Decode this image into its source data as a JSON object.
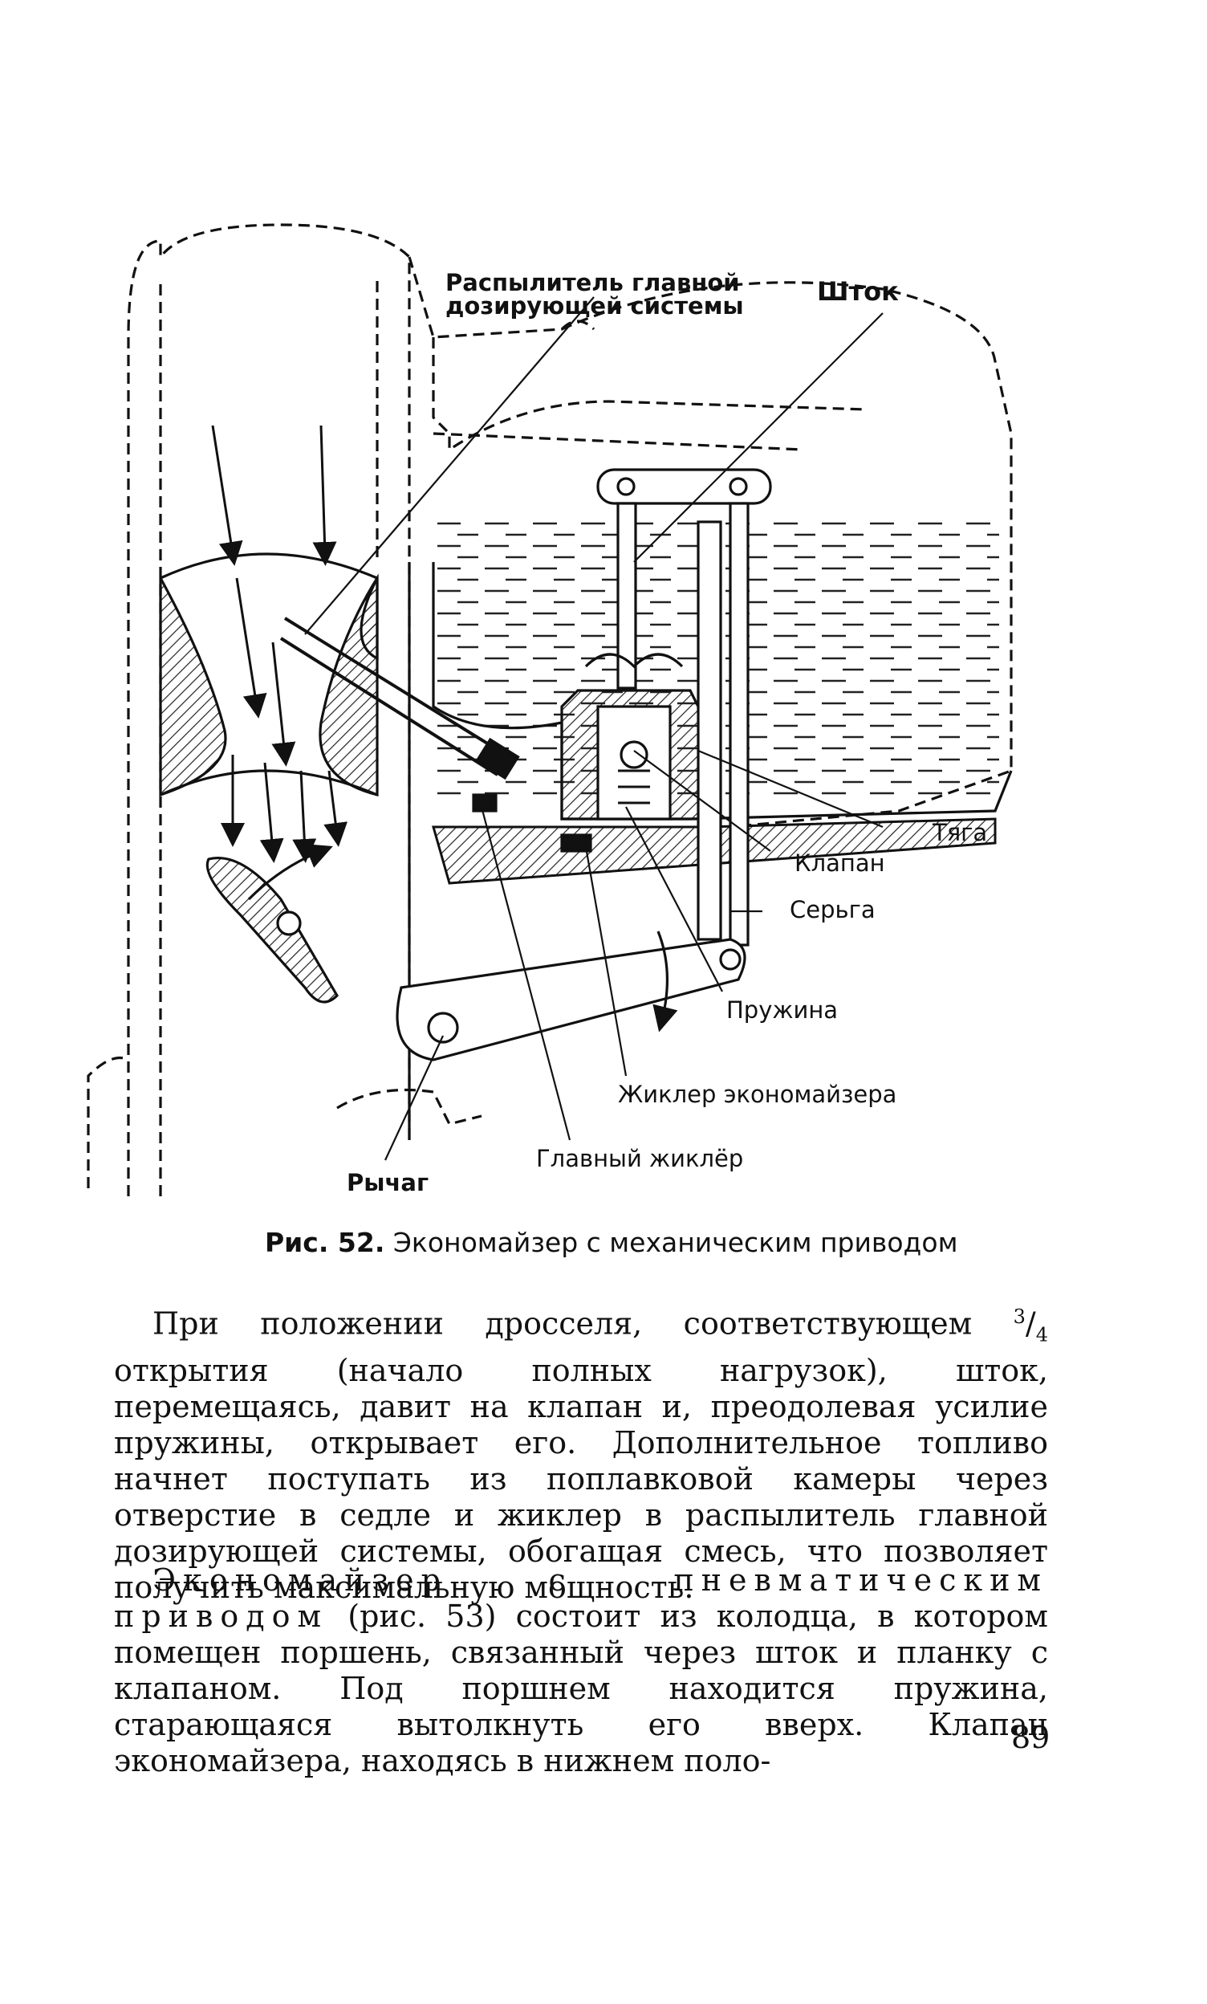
{
  "figure": {
    "labels": {
      "atomizer": "Распылитель главной\nдозирующей системы",
      "rod": "Шток",
      "link": "Тяга",
      "valve": "Клапан",
      "shackle": "Серьга",
      "spring": "Пружина",
      "econ_jet": "Жиклер экономайзера",
      "main_jet": "Главный жиклёр",
      "lever": "Рычаг"
    },
    "caption_num": "Рис. 52.",
    "caption_text": "Экономайзер с механическим приводом"
  },
  "text": {
    "p1_a": "При положении дросселя, соответствующем ",
    "p1_frac_num": "3",
    "p1_frac_den": "4",
    "p1_b": " открытия (начало полных нагрузок), шток, перемещаясь, давит на клапан и, преодолевая усилие пружины, открывает его. Дополнительное топливо начнет поступать из поплавковой камеры через отверстие в седле и жиклер в распылитель главной дозирующей системы, обогащая смесь, что позволяет получить максимальную мощность.",
    "p2_spaced": "Экономайзер с пневматическим приводом",
    "p2_rest": " (рис. 53) состоит из колодца, в котором помещен поршень, связанный через шток и планку с клапаном. Под поршнем находится пружина, старающаяся вытолкнуть его вверх. Клапан экономайзера, находясь в нижнем поло-"
  },
  "page_number": "89"
}
